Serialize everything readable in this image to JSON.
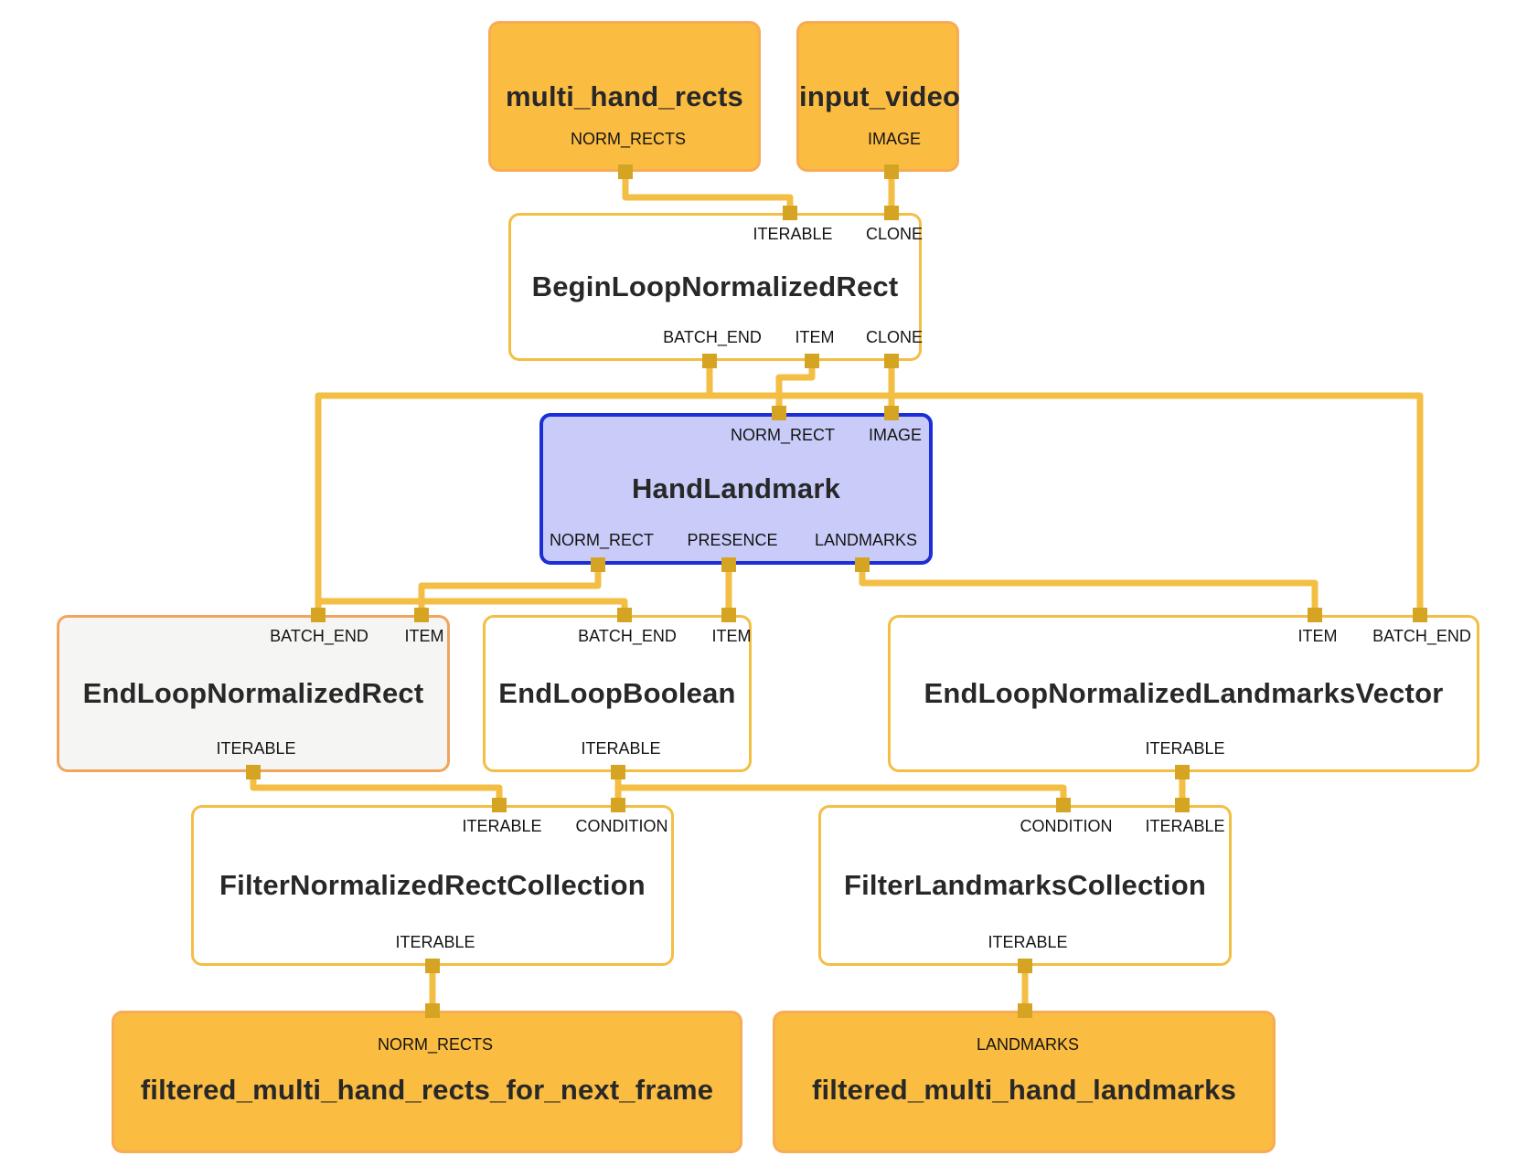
{
  "diagram": {
    "nodes": [
      {
        "id": "multi_hand_rects",
        "kind": "input-stream",
        "title": "multi_hand_rects",
        "top_ports": [],
        "bottom_ports": [
          "NORM_RECTS"
        ]
      },
      {
        "id": "input_video",
        "kind": "input-stream",
        "title": "input_video",
        "top_ports": [],
        "bottom_ports": [
          "IMAGE"
        ]
      },
      {
        "id": "begin_loop_normalized_rect",
        "kind": "calculator",
        "title": "BeginLoopNormalizedRect",
        "top_ports": [
          "ITERABLE",
          "CLONE"
        ],
        "bottom_ports": [
          "BATCH_END",
          "ITEM",
          "CLONE"
        ]
      },
      {
        "id": "hand_landmark",
        "kind": "subgraph",
        "title": "HandLandmark",
        "top_ports": [
          "NORM_RECT",
          "IMAGE"
        ],
        "bottom_ports": [
          "NORM_RECT",
          "PRESENCE",
          "LANDMARKS"
        ]
      },
      {
        "id": "end_loop_normalized_rect",
        "kind": "calculator-selected",
        "title": "EndLoopNormalizedRect",
        "top_ports": [
          "BATCH_END",
          "ITEM"
        ],
        "bottom_ports": [
          "ITERABLE"
        ]
      },
      {
        "id": "end_loop_boolean",
        "kind": "calculator",
        "title": "EndLoopBoolean",
        "top_ports": [
          "BATCH_END",
          "ITEM"
        ],
        "bottom_ports": [
          "ITERABLE"
        ]
      },
      {
        "id": "end_loop_normalized_landmarks_vector",
        "kind": "calculator",
        "title": "EndLoopNormalizedLandmarksVector",
        "top_ports": [
          "ITEM",
          "BATCH_END"
        ],
        "bottom_ports": [
          "ITERABLE"
        ]
      },
      {
        "id": "filter_normalized_rect_collection",
        "kind": "calculator",
        "title": "FilterNormalizedRectCollection",
        "top_ports": [
          "ITERABLE",
          "CONDITION"
        ],
        "bottom_ports": [
          "ITERABLE"
        ]
      },
      {
        "id": "filter_landmarks_collection",
        "kind": "calculator",
        "title": "FilterLandmarksCollection",
        "top_ports": [
          "CONDITION",
          "ITERABLE"
        ],
        "bottom_ports": [
          "ITERABLE"
        ]
      },
      {
        "id": "filtered_multi_hand_rects_for_next_frame",
        "kind": "output-stream",
        "title": "filtered_multi_hand_rects_for_next_frame",
        "top_ports": [
          "NORM_RECTS"
        ],
        "bottom_ports": []
      },
      {
        "id": "filtered_multi_hand_landmarks",
        "kind": "output-stream",
        "title": "filtered_multi_hand_landmarks",
        "top_ports": [
          "LANDMARKS"
        ],
        "bottom_ports": []
      }
    ],
    "edges": [
      {
        "from": "multi_hand_rects.NORM_RECTS",
        "to": "begin_loop_normalized_rect.ITERABLE"
      },
      {
        "from": "input_video.IMAGE",
        "to": "begin_loop_normalized_rect.CLONE"
      },
      {
        "from": "begin_loop_normalized_rect.BATCH_END",
        "to": "end_loop_normalized_rect.BATCH_END"
      },
      {
        "from": "begin_loop_normalized_rect.BATCH_END",
        "to": "end_loop_boolean.BATCH_END"
      },
      {
        "from": "begin_loop_normalized_rect.BATCH_END",
        "to": "end_loop_normalized_landmarks_vector.BATCH_END"
      },
      {
        "from": "begin_loop_normalized_rect.ITEM",
        "to": "hand_landmark.NORM_RECT"
      },
      {
        "from": "begin_loop_normalized_rect.CLONE",
        "to": "hand_landmark.IMAGE"
      },
      {
        "from": "hand_landmark.NORM_RECT",
        "to": "end_loop_normalized_rect.ITEM"
      },
      {
        "from": "hand_landmark.PRESENCE",
        "to": "end_loop_boolean.ITEM"
      },
      {
        "from": "hand_landmark.LANDMARKS",
        "to": "end_loop_normalized_landmarks_vector.ITEM"
      },
      {
        "from": "end_loop_normalized_rect.ITERABLE",
        "to": "filter_normalized_rect_collection.ITERABLE"
      },
      {
        "from": "end_loop_boolean.ITERABLE",
        "to": "filter_normalized_rect_collection.CONDITION"
      },
      {
        "from": "end_loop_boolean.ITERABLE",
        "to": "filter_landmarks_collection.CONDITION"
      },
      {
        "from": "end_loop_normalized_landmarks_vector.ITERABLE",
        "to": "filter_landmarks_collection.ITERABLE"
      },
      {
        "from": "filter_normalized_rect_collection.ITERABLE",
        "to": "filtered_multi_hand_rects_for_next_frame.NORM_RECTS"
      },
      {
        "from": "filter_landmarks_collection.ITERABLE",
        "to": "filtered_multi_hand_landmarks.LANDMARKS"
      }
    ],
    "colors": {
      "edge": "#F3BE44",
      "connector": "#D5A422",
      "stream_fill": "#FBBC42",
      "stream_border": "#F7AB55",
      "calculator_border": "#F3BE44",
      "selected_fill": "#F5F5F3",
      "selected_border": "#F0A55C",
      "subgraph_fill": "#C9CCF8",
      "subgraph_border": "#1B2ED8",
      "text": "#282828"
    }
  }
}
